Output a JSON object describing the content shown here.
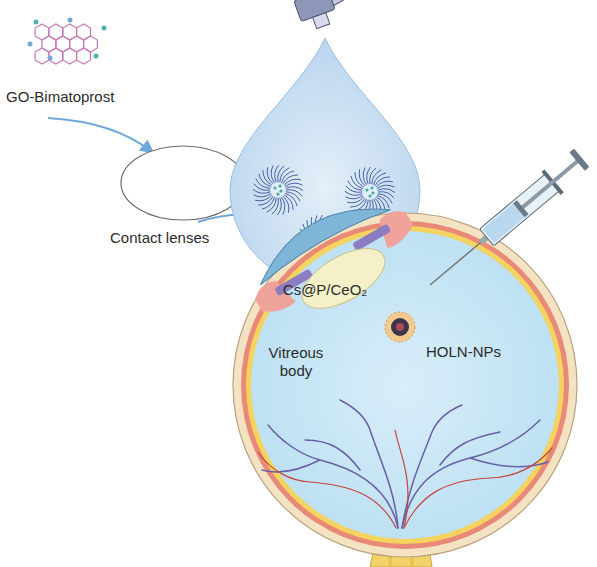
{
  "diagram": {
    "labels": [
      "GO-Bimatoprost",
      "Contact lenses",
      "Cs@P/CeO₂",
      "Vitreous body",
      "HOLN-NPs"
    ]
  }
}
